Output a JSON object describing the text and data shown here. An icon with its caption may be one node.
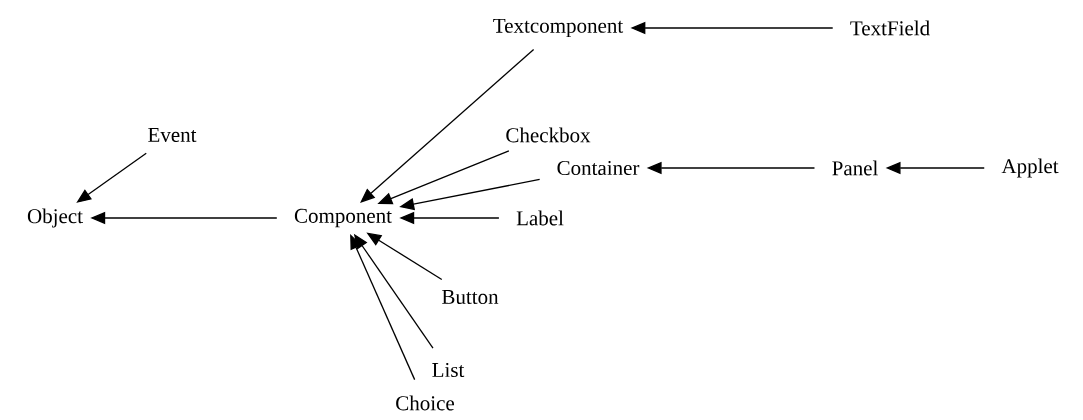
{
  "diagram": {
    "nodes": [
      {
        "text": [
          "Textcomponent"
        ]
      },
      {
        "text": [
          "TextField"
        ]
      },
      {
        "text": [
          "Event"
        ]
      },
      {
        "text": [
          "Checkbox"
        ]
      },
      {
        "text": [
          "Container"
        ]
      },
      {
        "text": [
          "Panel"
        ]
      },
      {
        "text": [
          "Applet"
        ]
      },
      {
        "text": [
          "Object"
        ]
      },
      {
        "text": [
          "Component"
        ]
      },
      {
        "text": [
          "Label"
        ]
      },
      {
        "text": [
          "Button"
        ]
      },
      {
        "text": [
          "List"
        ]
      },
      {
        "text": [
          "Choice"
        ]
      }
    ],
    "edges": [
      {
        "from": 1,
        "to": 0,
        "arrow": "to"
      },
      {
        "from": 2,
        "to": 7,
        "arrow": "to"
      },
      {
        "from": 0,
        "to": 8,
        "arrow": "to"
      },
      {
        "from": 3,
        "to": 8,
        "arrow": "to"
      },
      {
        "from": 4,
        "to": 8,
        "arrow": "to"
      },
      {
        "from": 5,
        "to": 4,
        "arrow": "to"
      },
      {
        "from": 6,
        "to": 5,
        "arrow": "to"
      },
      {
        "from": 8,
        "to": 7,
        "arrow": "to"
      },
      {
        "from": 9,
        "to": 8,
        "arrow": "to"
      },
      {
        "from": 10,
        "to": 8,
        "arrow": "to"
      },
      {
        "from": 11,
        "to": 8,
        "arrow": "to"
      },
      {
        "from": 12,
        "to": 8,
        "arrow": "to"
      }
    ]
  }
}
